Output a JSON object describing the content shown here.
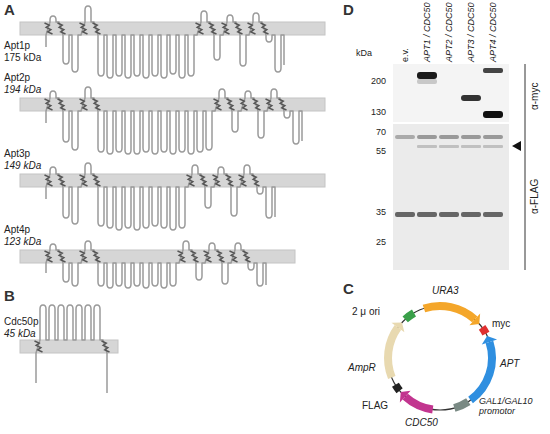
{
  "diagram": {
    "labels": [
      "A",
      "Apt1p",
      "175 kDa",
      "Apt2p",
      "194 kDa",
      "Apt3p",
      "149 kDa",
      "Apt4p",
      "123 kDa",
      "B",
      "Cdc50p",
      "45 kDa",
      "D",
      "kDa",
      "e.v.",
      "APT1 / CDC50",
      "APT2 / CDC50",
      "APT3 / CDC50",
      "APT4 / CDC50",
      "200",
      "130",
      "70",
      "55",
      "35",
      "25",
      "α-myc",
      "α-FLAG",
      "C",
      "URA3",
      "myc",
      "2 μ ori",
      "APT",
      "AmpR",
      "GAL1/GAL10 promotor",
      "FLAG",
      "CDC50"
    ]
  }
}
